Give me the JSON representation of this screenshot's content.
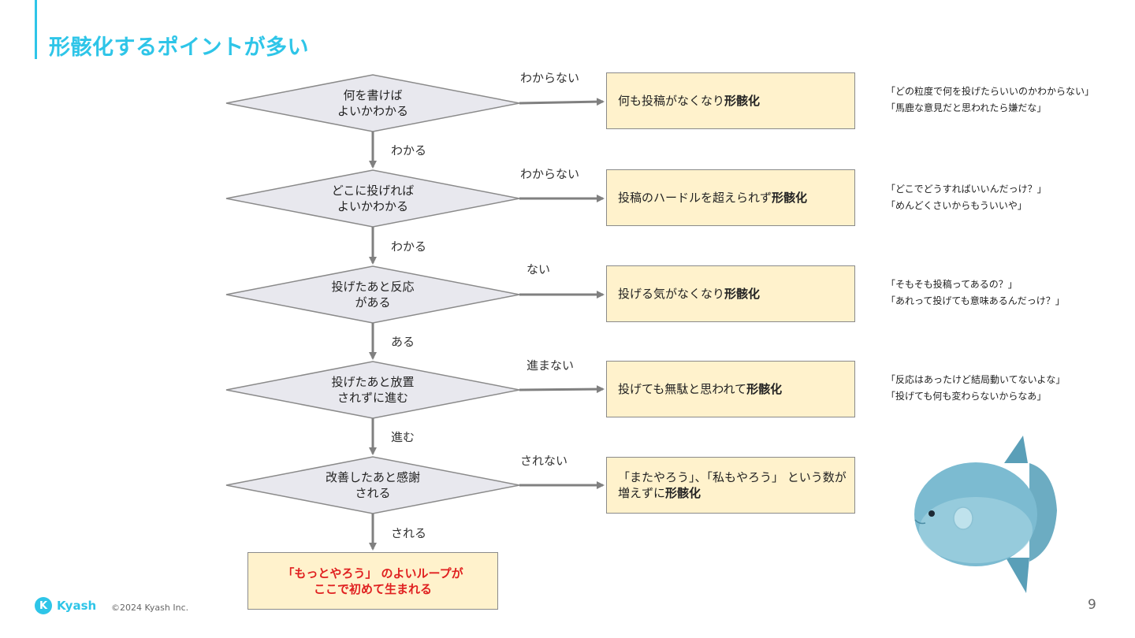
{
  "title": "形骸化するポイントが多い",
  "decisions": [
    {
      "line1": "何を書けば",
      "line2": "よいかわかる",
      "no_label": "わからない",
      "yes_label": "わかる",
      "result_text": "何も投稿がなくなり",
      "result_bold": "形骸化",
      "quote1": "「どの粒度で何を投げたらいいのかわからない」",
      "quote2": "「馬鹿な意見だと思われたら嫌だな」"
    },
    {
      "line1": "どこに投げれば",
      "line2": "よいかわかる",
      "no_label": "わからない",
      "yes_label": "わかる",
      "result_text": "投稿のハードルを超えられず",
      "result_bold": "形骸化",
      "quote1": "「どこでどうすればいいんだっけ？」",
      "quote2": "「めんどくさいからもういいや」"
    },
    {
      "line1": "投げたあと反応",
      "line2": "がある",
      "no_label": "ない",
      "yes_label": "ある",
      "result_text": "投げる気がなくなり",
      "result_bold": "形骸化",
      "quote1": "「そもそも投稿ってあるの？」",
      "quote2": "「あれって投げても意味あるんだっけ？」"
    },
    {
      "line1": "投げたあと放置",
      "line2": "されずに進む",
      "no_label": "進まない",
      "yes_label": "進む",
      "result_text": "投げても無駄と思われて",
      "result_bold": "形骸化",
      "quote1": "「反応はあったけど結局動いてないよな」",
      "quote2": "「投げても何も変わらないからなあ」"
    },
    {
      "line1": "改善したあと感謝",
      "line2": "される",
      "no_label": "されない",
      "yes_label": "される",
      "result_text": "「またやろう」、「私もやろう」 という数が\n増えずに",
      "result_bold": "形骸化",
      "quote1": "",
      "quote2": ""
    }
  ],
  "final_result": "「もっとやろう」 のよいループが\nここで初めて生まれる",
  "footer": {
    "logo_text": "Kyash",
    "copyright": "©2024 Kyash Inc.",
    "page_number": "9"
  },
  "colors": {
    "accent": "#2ec5e8",
    "result_fill": "#fff2cc",
    "diamond_fill": "#e8e8ee",
    "final_text": "#e02020"
  }
}
